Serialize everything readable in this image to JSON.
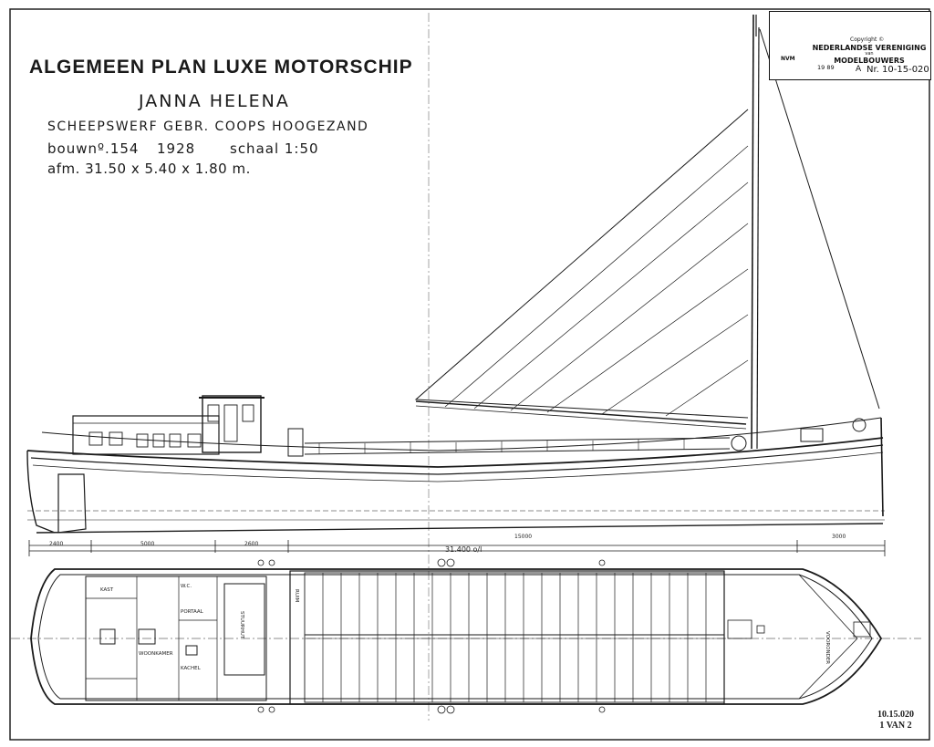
{
  "drawing": {
    "title": "ALGEMEEN PLAN LUXE MOTORSCHIP",
    "ship_name": "JANNA HELENA",
    "shipyard": "SCHEEPSWERF GEBR. COOPS HOOGEZAND",
    "build_number": "bouwnº.154",
    "year": "1928",
    "scale": "schaal 1:50",
    "dimensions": "afm. 31.50 x 5.40 x 1.80 m."
  },
  "title_block": {
    "organisation_line1": "NEDERLANDSE VERENIGING",
    "organisation_line2": "van",
    "organisation_line3": "MODELBOUWERS",
    "copyright": "Copyright ©",
    "sheet_size": "A",
    "drawing_number": "Nr. 10-15-020",
    "date_value": "19 89",
    "logo_text": "NVM"
  },
  "sheet_number": {
    "code": "10.15.020",
    "page": "1 VAN 2"
  },
  "dimension_labels": {
    "d1": "2400",
    "d2": "5000",
    "d3": "2600",
    "d4": "15000",
    "d5": "3000",
    "overall": "31.400 o/l"
  },
  "plan_labels": {
    "wc": "W.C.",
    "portaal": "PORTAAL",
    "woonkamer": "WOONKAMER",
    "stuurhut": "STUURHUT",
    "kachel": "KACHEL",
    "kast": "KAST",
    "ruim": "RUIM",
    "vooronder": "VOORONDER"
  },
  "colors": {
    "ink": "#1a1a1a",
    "paper": "#ffffff"
  }
}
